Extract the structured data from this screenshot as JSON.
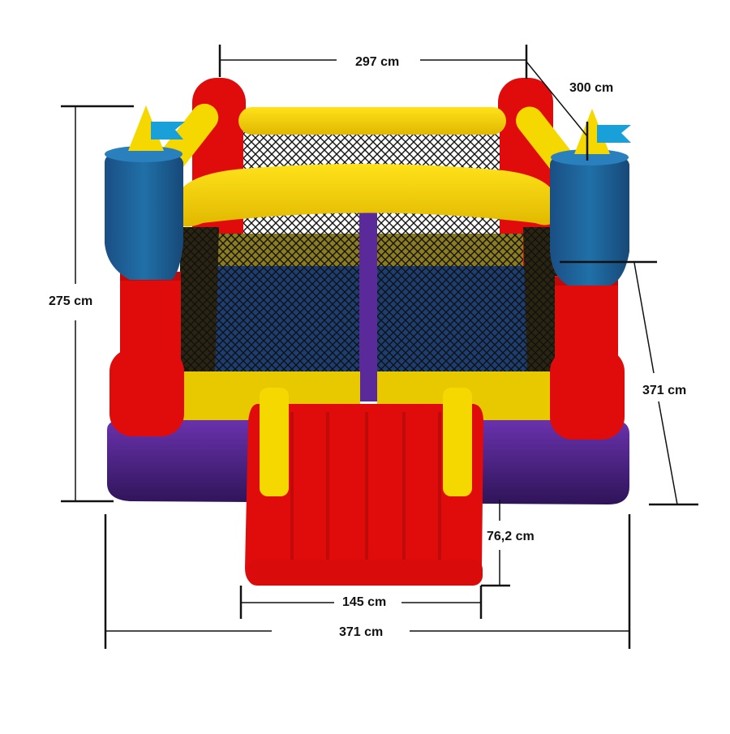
{
  "diagram": {
    "subject": "Inflatable bounce house castle",
    "colors": {
      "red": "#e00c0c",
      "dark_red": "#b30a0a",
      "yellow": "#f4d800",
      "dark_yellow": "#d9b400",
      "blue": "#1d5f96",
      "light_blue": "#1aa0d8",
      "purple": "#5b2a9a",
      "dark_purple": "#3a1a6a",
      "net": "#111111",
      "floor_blue": "#1c3e72",
      "olive": "#8c7d1e"
    },
    "dimensions": {
      "top_width": "297 cm",
      "depth_top": "300 cm",
      "height": "275 cm",
      "depth_side": "371 cm",
      "slide_height": "76,2 cm",
      "slide_width": "145 cm",
      "total_width": "371 cm"
    }
  }
}
